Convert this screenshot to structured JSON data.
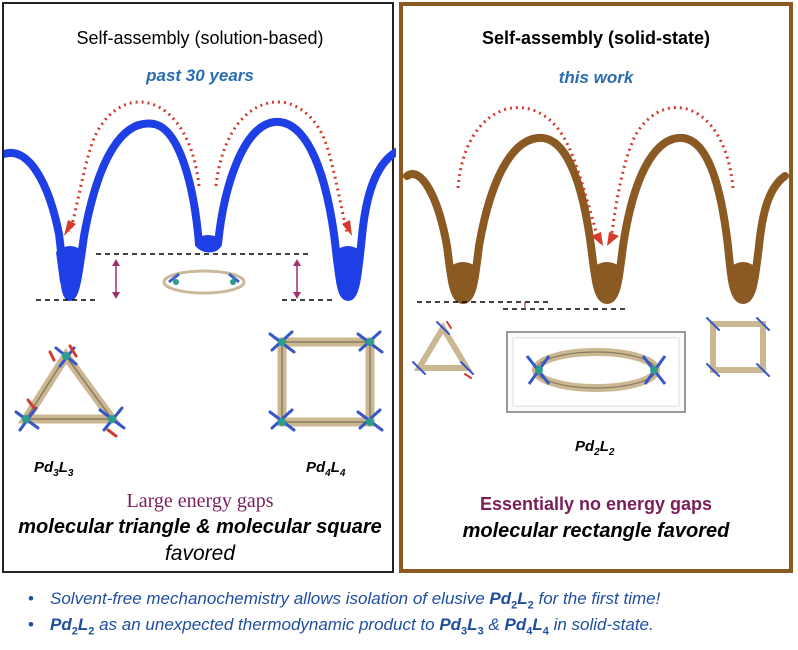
{
  "left_panel": {
    "title": "Self-assembly (solution-based)",
    "subtitle": "past 30 years",
    "label_triangle": {
      "prefix": "Pd",
      "n1": "3",
      "mid": "L",
      "n2": "3"
    },
    "label_square": {
      "prefix": "Pd",
      "n1": "4",
      "mid": "L",
      "n2": "4"
    },
    "gap_text": "Large energy gaps",
    "favored_line1": "molecular triangle & molecular square",
    "favored_line2": "favored",
    "colors": {
      "curve": "#1f3fe6",
      "arrow": "#d33b2c",
      "gap_arrow": "#a0306e",
      "border": "#222222"
    }
  },
  "right_panel": {
    "title": "Self-assembly (solid-state)",
    "subtitle": "this work",
    "label_rectangle": {
      "prefix": "Pd",
      "n1": "2",
      "mid": "L",
      "n2": "2"
    },
    "gap_text": "Essentially no energy gaps",
    "favored_line": "molecular rectangle favored",
    "colors": {
      "curve": "#8a5a22",
      "arrow": "#d33b2c",
      "border": "#8a5a22"
    }
  },
  "bullets": [
    {
      "before": "Solvent-free mechanochemistry allows isolation of elusive ",
      "bold_prefix": "Pd",
      "bold_n1": "2",
      "bold_mid": "L",
      "bold_n2": "2",
      "after": " for the first time!"
    },
    {
      "part1_prefix": "Pd",
      "part1_n1": "2",
      "part1_mid": "L",
      "part1_n2": "2",
      "text1": " as an unexpected thermodynamic product to ",
      "part2_prefix": "Pd",
      "part2_n1": "3",
      "part2_mid": "L",
      "part2_n2": "3",
      "text2": " & ",
      "part3_prefix": "Pd",
      "part3_n1": "4",
      "part3_mid": "L",
      "part3_n2": "4",
      "text3": " in solid-state."
    }
  ]
}
